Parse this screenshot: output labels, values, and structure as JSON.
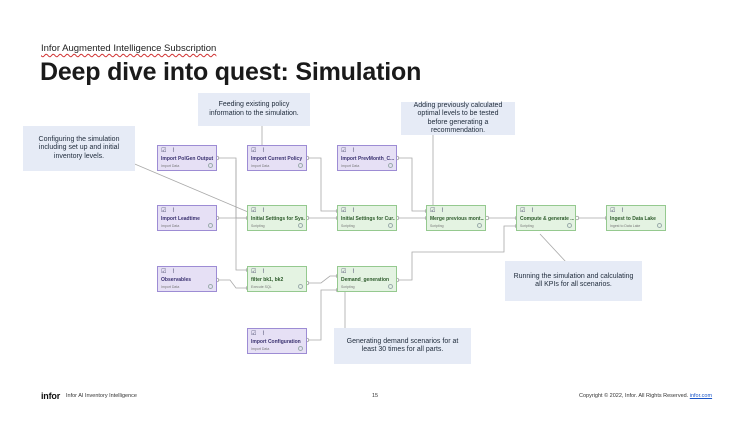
{
  "slide": {
    "subtitle": "Infor Augmented Intelligence Subscription",
    "title": "Deep dive into quest: Simulation"
  },
  "callouts": {
    "configure": "Configuring the simulation including set up and initial inventory levels.",
    "feeding": "Feeding existing policy information to the simulation.",
    "adding": "Adding previously calculated optimal levels to be tested before generating a recommendation.",
    "running": "Running the simulation and calculating all KPIs for all scenarios.",
    "generating": "Generating demand scenarios for at least 30 times for all parts."
  },
  "nodes": {
    "polgen": {
      "name": "Import PolGen Output",
      "type": "Import Data",
      "icons": "☑ ⌇"
    },
    "current_policy": {
      "name": "Import Current Policy",
      "type": "Import Data",
      "icons": "☑ ⌇"
    },
    "prevmonth": {
      "name": "Import PrevMonth_C...",
      "type": "Import Data",
      "icons": "☑ ⌇"
    },
    "leadtime": {
      "name": "Import Leadtime",
      "type": "Import Data",
      "icons": "☑ ⌇"
    },
    "initial_sys": {
      "name": "Initial Settings for Sys...",
      "type": "Scripting",
      "icons": "☑ ⌇"
    },
    "initial_cur": {
      "name": "Initial Settings for Cur...",
      "type": "Scripting",
      "icons": "☑ ⌇"
    },
    "merge": {
      "name": "Merge previous mont...",
      "type": "Scripting",
      "icons": "☑ ⌇"
    },
    "compute": {
      "name": "Compute & generate ...",
      "type": "Scripting",
      "icons": "☑ ⌇"
    },
    "ingest": {
      "name": "Ingest to Data Lake",
      "type": "Ingest to Data Lake",
      "icons": "☑ ⌇"
    },
    "observables": {
      "name": "Observables",
      "type": "Import Data",
      "icons": "☑ ⌇"
    },
    "filter": {
      "name": "filter bk1, bk2",
      "type": "Execute SQL",
      "icons": "☑ ⌇"
    },
    "demand": {
      "name": "Demand_generation",
      "type": "Scripting",
      "icons": "☑ ⌇"
    },
    "configuration": {
      "name": "Import Configuration",
      "type": "Import Data",
      "icons": "☑ ⌇"
    }
  },
  "colors": {
    "import_node": "#e6e0f5",
    "script_node": "#e4f3e2",
    "callout": "#e6ebf6"
  },
  "footer": {
    "logo": "infor",
    "product": "Infor AI Inventory Intelligence",
    "page": "15",
    "copyright": "Copyright © 2022, Infor. All Rights Reserved.",
    "link": "infor.com"
  }
}
